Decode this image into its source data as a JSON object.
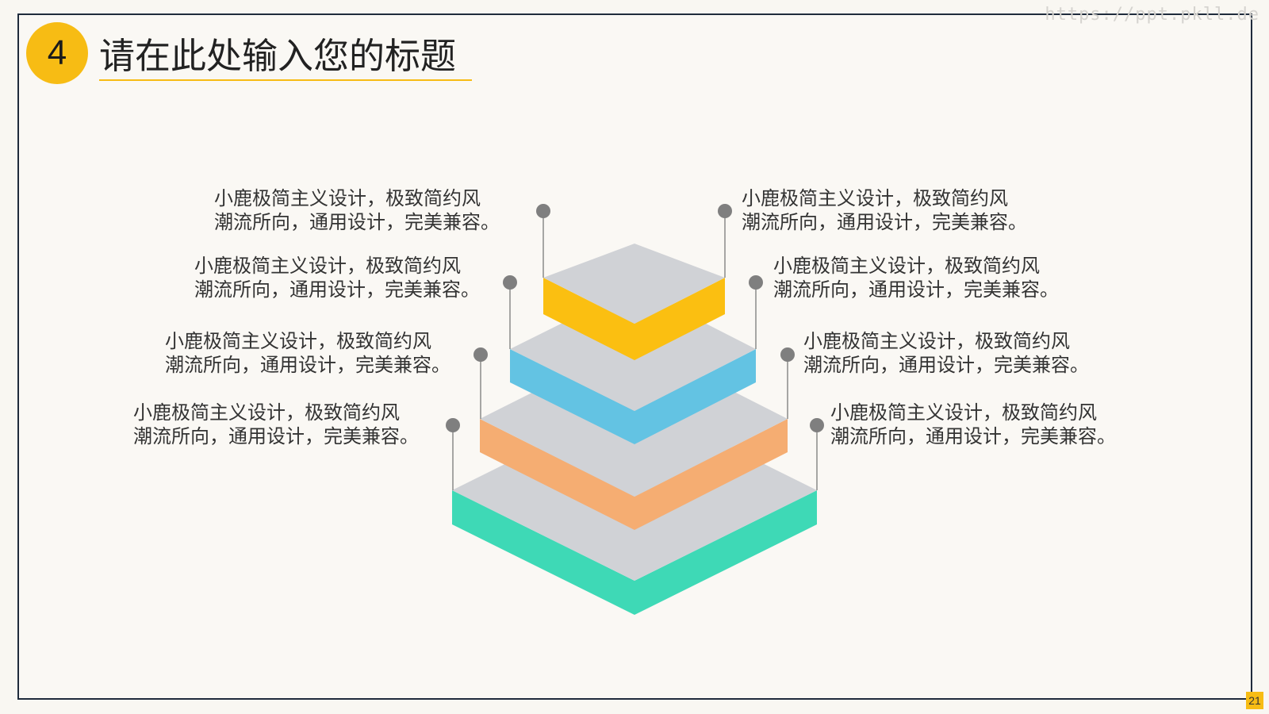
{
  "watermark": "https://ppt.pkll.de",
  "title": {
    "number": "4",
    "text": "请在此处输入您的标题"
  },
  "page_number": "21",
  "colors": {
    "accent": "#f7bc14",
    "layer_top": "#fbbf11",
    "layer_2": "#63c3e3",
    "layer_3": "#f5ad72",
    "layer_4": "#3ed9b6",
    "layer_face": "#d0d2d6"
  },
  "labels_left": [
    {
      "line1": "小鹿极简主义设计，极致简约风",
      "line2": "潮流所向，通用设计，完美兼容。"
    },
    {
      "line1": "小鹿极简主义设计，极致简约风",
      "line2": "潮流所向，通用设计，完美兼容。"
    },
    {
      "line1": "小鹿极简主义设计，极致简约风",
      "line2": "潮流所向，通用设计，完美兼容。"
    },
    {
      "line1": "小鹿极简主义设计，极致简约风",
      "line2": "潮流所向，通用设计，完美兼容。"
    }
  ],
  "labels_right": [
    {
      "line1": "小鹿极简主义设计，极致简约风",
      "line2": "潮流所向，通用设计，完美兼容。"
    },
    {
      "line1": "小鹿极简主义设计，极致简约风",
      "line2": "潮流所向，通用设计，完美兼容。"
    },
    {
      "line1": "小鹿极简主义设计，极致简约风",
      "line2": "潮流所向，通用设计，完美兼容。"
    },
    {
      "line1": "小鹿极简主义设计，极致简约风",
      "line2": "潮流所向，通用设计，完美兼容。"
    }
  ]
}
